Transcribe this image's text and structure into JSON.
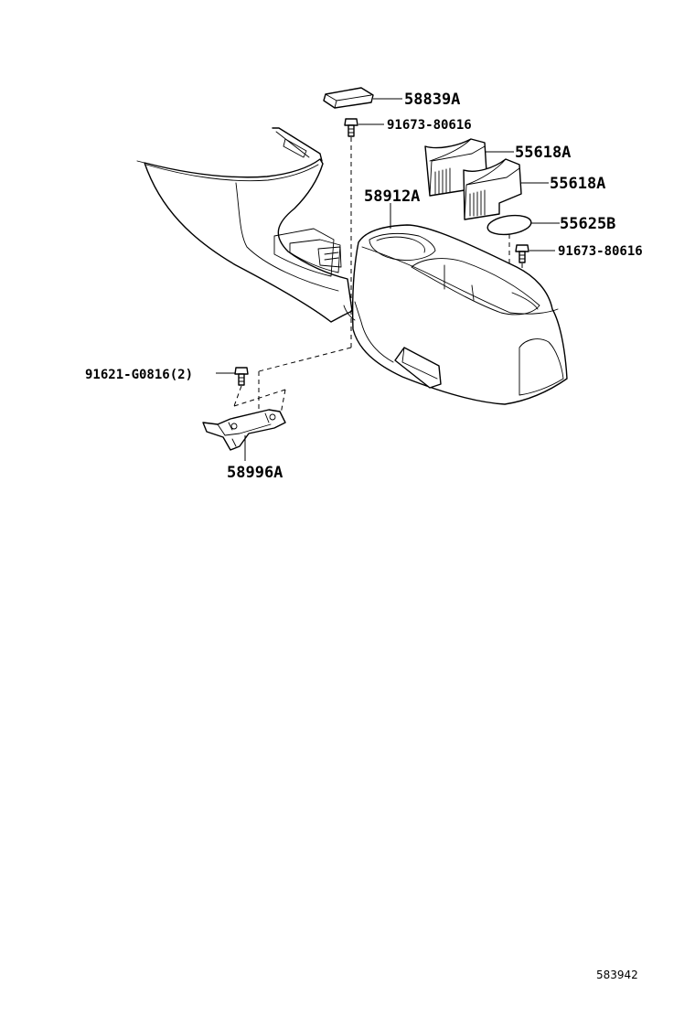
{
  "parts": {
    "cap_58839A": "58839A",
    "screw_91673_top": "91673-80616",
    "cupholder_55618A_upper": "55618A",
    "cupholder_55618A_lower": "55618A",
    "console_58912A": "58912A",
    "mat_55625B": "55625B",
    "screw_91673_right": "91673-80616",
    "bolt_91621": "91621-G0816(2)",
    "bracket_58996A": "58996A"
  },
  "illustration_ref": "583942"
}
